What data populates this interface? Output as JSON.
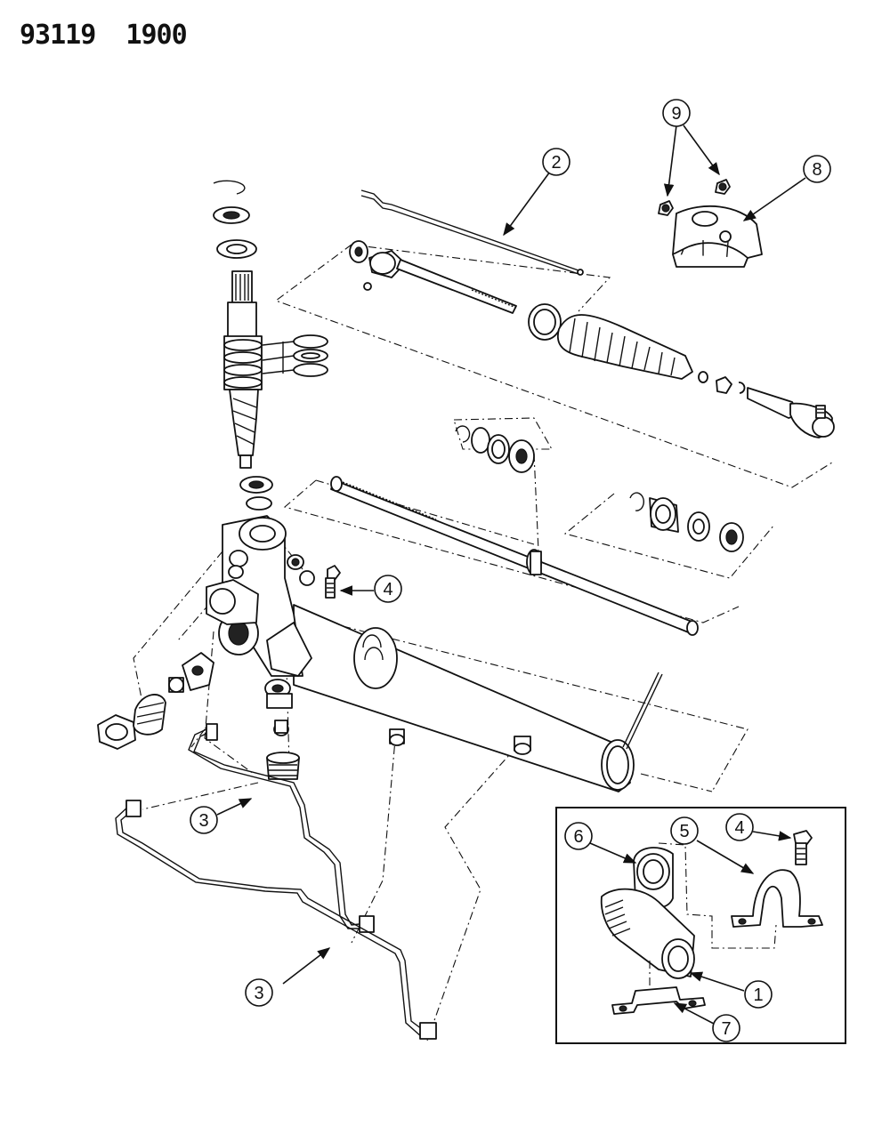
{
  "header": {
    "code": "93119  1900"
  },
  "callouts": [
    {
      "id": "c9",
      "label": "9"
    },
    {
      "id": "c2",
      "label": "2"
    },
    {
      "id": "c8",
      "label": "8"
    },
    {
      "id": "c4a",
      "label": "4"
    },
    {
      "id": "c3a",
      "label": "3"
    },
    {
      "id": "c3b",
      "label": "3"
    },
    {
      "id": "c6",
      "label": "6"
    },
    {
      "id": "c5",
      "label": "5"
    },
    {
      "id": "c4b",
      "label": "4"
    },
    {
      "id": "c1",
      "label": "1"
    },
    {
      "id": "c7",
      "label": "7"
    }
  ]
}
